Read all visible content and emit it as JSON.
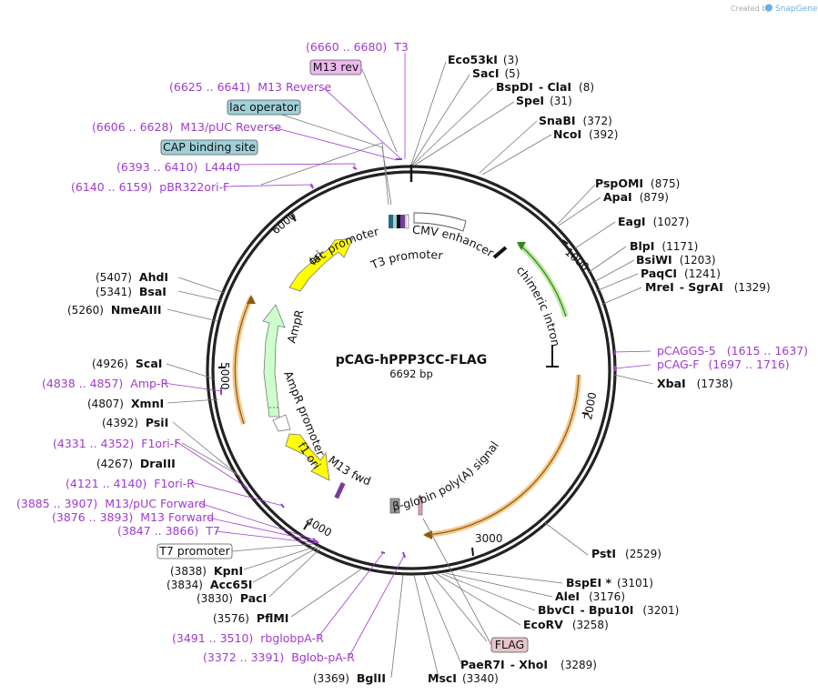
{
  "brand": {
    "prefix": "Created by",
    "name": "SnapGene"
  },
  "plasmid": {
    "name": "pCAG-hPPP3CC-FLAG",
    "size_label": "6692 bp",
    "length": 6692
  },
  "colors": {
    "primer": "#a03ad0",
    "ori": "#ffff00",
    "ampr": "#ccffcc",
    "polyA": "#f5a623",
    "intron": "#5ab52a",
    "lac_box": "#9fd0d8",
    "m13rev_box": "#ecb8ee",
    "flag_box": "#e6c4cc"
  },
  "ticks": [
    "1000",
    "2000",
    "3000",
    "4000",
    "5000",
    "6000"
  ],
  "enzymes": [
    {
      "name": "Eco53kI",
      "pos": "(3)"
    },
    {
      "name": "SacI",
      "pos": "(5)"
    },
    {
      "name": "BspDI",
      "sep": "- ClaI",
      "pos": "(8)"
    },
    {
      "name": "SpeI",
      "pos": "(31)"
    },
    {
      "name": "SnaBI",
      "pos": "(372)"
    },
    {
      "name": "NcoI",
      "pos": "(392)"
    },
    {
      "name": "PspOMI",
      "pos": "(875)"
    },
    {
      "name": "ApaI",
      "pos": "(879)"
    },
    {
      "name": "EagI",
      "pos": "(1027)"
    },
    {
      "name": "BlpI",
      "pos": "(1171)"
    },
    {
      "name": "BsiWI",
      "pos": "(1203)"
    },
    {
      "name": "PaqCI",
      "pos": "(1241)"
    },
    {
      "name": "MreI",
      "sep": "- SgrAI",
      "pos": "(1329)"
    },
    {
      "name": "XbaI",
      "pos": "(1738)"
    },
    {
      "name": "PstI",
      "pos": "(2529)"
    },
    {
      "name": "BspEI *",
      "pos": "(3101)"
    },
    {
      "name": "AleI",
      "pos": "(3176)"
    },
    {
      "name": "BbvCI",
      "sep": "- Bpu10I",
      "pos": "(3201)"
    },
    {
      "name": "EcoRV",
      "pos": "(3258)"
    },
    {
      "name": "PaeR7I",
      "sep": "- XhoI",
      "pos": "(3289)"
    },
    {
      "name": "MscI",
      "pos": "(3340)"
    },
    {
      "name": "BglII",
      "pos": "(3369)"
    },
    {
      "name": "PflMI",
      "pos": "(3576)"
    },
    {
      "name": "PacI",
      "pos": "(3830)"
    },
    {
      "name": "Acc65I",
      "pos": "(3834)"
    },
    {
      "name": "KpnI",
      "pos": "(3838)"
    },
    {
      "name": "PsiI",
      "pos": "(4392)"
    },
    {
      "name": "XmnI",
      "pos": "(4807)"
    },
    {
      "name": "ScaI",
      "pos": "(4926)"
    },
    {
      "name": "NmeAIII",
      "pos": "(5260)"
    },
    {
      "name": "BsaI",
      "pos": "(5341)"
    },
    {
      "name": "AhdI",
      "pos": "(5407)"
    },
    {
      "name": "DraIII",
      "pos": "(4267)"
    }
  ],
  "primers": [
    {
      "name": "T3",
      "range": "(6660 .. 6680)"
    },
    {
      "name": "M13 Reverse",
      "range": "(6625 .. 6641)"
    },
    {
      "name": "M13/pUC Reverse",
      "range": "(6606 .. 6628)"
    },
    {
      "name": "L4440",
      "range": "(6393 .. 6410)"
    },
    {
      "name": "pBR322ori-F",
      "range": "(6140 .. 6159)"
    },
    {
      "name": "pCAGGS-5",
      "range": "(1615 .. 1637)"
    },
    {
      "name": "pCAG-F",
      "range": "(1697 .. 1716)"
    },
    {
      "name": "Amp-R",
      "range": "(4838 .. 4857)"
    },
    {
      "name": "F1ori-F",
      "range": "(4331 .. 4352)"
    },
    {
      "name": "F1ori-R",
      "range": "(4121 .. 4140)"
    },
    {
      "name": "M13/pUC Forward",
      "range": "(3885 .. 3907)"
    },
    {
      "name": "M13 Forward",
      "range": "(3876 .. 3893)"
    },
    {
      "name": "T7",
      "range": "(3847 .. 3866)"
    },
    {
      "name": "rbglobpA-R",
      "range": "(3491 .. 3510)"
    },
    {
      "name": "Bglob-pA-R",
      "range": "(3372 .. 3391)"
    }
  ],
  "feature_boxes": {
    "m13_rev": "M13 rev",
    "lac_operator": "lac operator",
    "cap_site": "CAP binding site",
    "t7_promoter": "T7 promoter",
    "flag": "FLAG"
  },
  "features": {
    "cmv": "CMV enhancer",
    "lac_promoter": "lac promoter",
    "t3_promoter": "T3 promoter",
    "intron": "chimeric intron",
    "polyA": "β-globin poly(A) signal",
    "m13_fwd": "M13 fwd",
    "f1_ori": "f1 ori",
    "ampr_promoter": "AmpR promoter",
    "ampr": "AmpR",
    "ori": "ori"
  }
}
